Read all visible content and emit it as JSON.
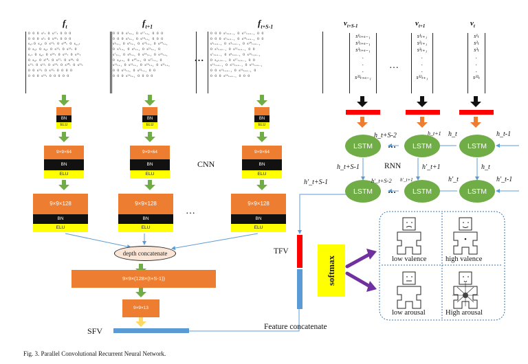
{
  "frames": [
    {
      "title": "f_t",
      "base": "f",
      "sub": "t",
      "matrix_rows": [
        "0  0  0  s¹ₜ  0  s¹⁷ₜ  0  0  0",
        "0  0  0  s²ₜ  0  s¹⁸ₜ  0  0  0",
        "s₃ₜ 0  s₄ₜ  0  s¹⁹ₜ  0  s²⁰ₜ  0  s₂₁ₜ",
        "0  s₅ₜ  0  s₆ₜ  0  s²²ₜ  0  s²³ₜ  0",
        "s₇ₜ  0  s₈ₜ  0  s²⁴ₜ  0  s²⁵ₜ  0  s²⁶ₜ",
        "0  s₉ₜ  0  s¹⁰ₜ  0  s²⁷ₜ  0  s²⁸ₜ  0",
        "s¹¹ₜ  0  s¹²ₜ  0  s²⁹ₜ  0  s³⁰ₜ  0  s³¹ₜ",
        "0  0  s¹³ₜ  0  s³²ₜ  0  0  0  0",
        "0  0  0  s¹⁴ₜ  0  0  0  0  0"
      ]
    },
    {
      "title": "f_t+1",
      "base": "f",
      "sub": "t+1",
      "matrix_rows": [
        "0  0  0  s¹ₜ₊₁  0  s¹⁷ₜ₊₁  0  0  0",
        "0  0  0  s²ₜ₊₁  0  s¹⁸ₜ₊₁  0  0  0",
        "s³ₜ₊₁  0  s⁴ₜ₊₁  0  s¹⁹ₜ₊₁  0  s²⁰ₜ₊₁",
        "0  s⁵ₜ₊₁  0  s⁶ₜ₊₁  0  s²²ₜ₊₁  0",
        "s⁷ₜ₊₁  0  s⁸ₜ₊₁  0  s²⁴ₜ₊₁  0  s²⁶ₜ₊₁",
        "0  s₉ₜ₊₁  0  s¹⁰ₜ₊₁  0  s²⁷ₜ₊₁  0",
        "s¹¹ₜ₊₁  0  s¹²ₜ₊₁  0  s²⁹ₜ₊₁  0  s³¹ₜ₊₁",
        "0  0  s¹³ₜ₊₁  0  s³²ₜ₊₁  0  0",
        "0  0  0  s¹⁴ₜ₊₁  0  0  0  0"
      ]
    },
    {
      "title": "f_t+S-1",
      "base": "f",
      "sub": "t+S-1",
      "matrix_rows": [
        "0  0  0  s¹ₜ₊ₛ₋₁  0  s¹⁷ₜ₊ₛ₋₁  0  0",
        "0  0  0  s²ₜ₊ₛ₋₁  0  s¹⁸ₜ₊ₛ₋₁  0  0",
        "s³ₜ₊ₛ₋₁  0  s⁴ₜ₊ₛ₋₁  0  s²⁰ₜ₊ₛ₋₁",
        "0  s⁵ₜ₊ₛ₋₁  0  s²²ₜ₊ₛ₋₁  0  0",
        "s⁷ₜ₊ₛ₋₁  0  s⁸ₜ₊ₛ₋₁  0  s²⁶ₜ₊ₛ₋₁",
        "0  s₉ₜ₊ₛ₋₁  0  s²⁷ₜ₊ₛ₋₁  0  0",
        "s¹¹ₜ₊ₛ₋₁  0  s¹²ₜ₊ₛ₋₁  0  s³¹ₜ₊ₛ₋₁",
        "0  0  s¹³ₜ₊ₛ₋₁  0  s³²ₜ₊ₛ₋₁  0",
        "0  0  0  s¹⁴ₜ₊ₛ₋₁  0  0  0"
      ]
    }
  ],
  "matrix_ellipsis": "…",
  "vectors": [
    {
      "base": "v",
      "sub": "t+S-1",
      "entries": [
        "s¹ₜ₊ₛ₋₁",
        "s²ₜ₊ₛ₋₁",
        "s³ₜ₊ₛ₋₁",
        ".",
        ".",
        ".",
        "s³²ₜ₊ₛ₋₁"
      ]
    },
    {
      "base": "v",
      "sub": "t+1",
      "entries": [
        "s¹ₜ₊₁",
        "s²ₜ₊₁",
        "s³ₜ₊₁",
        ".",
        ".",
        ".",
        "s³²ₜ₊₁"
      ]
    },
    {
      "base": "v",
      "sub": "t",
      "entries": [
        "s¹ₜ",
        "s²ₜ",
        "s³ₜ",
        ".",
        ".",
        ".",
        "s³²ₜ"
      ]
    }
  ],
  "vector_ellipsis": "…",
  "cnn": {
    "bn": "BN",
    "elu": "ELU",
    "layer1": "9×9×64",
    "layer2": "9×9×128",
    "concat": "depth concatenate",
    "merged": "9×9×(128×(t+S-1))",
    "reduced": "9×9×13",
    "label": "CNN",
    "ellipsis": "…"
  },
  "rnn": {
    "lstm": "LSTM",
    "label": "RNN",
    "ellipsis": "…",
    "top_h": [
      "h_t+S-2",
      "h_t+1",
      "h_t",
      "h_t-1"
    ],
    "mid_h": [
      "h_t+S-1",
      "h'_t+1",
      "h_t"
    ],
    "bot_h": [
      "h'_t+S-1",
      "h'_t+S-2",
      "h'_t+1",
      "h'_t",
      "h'_t-1"
    ]
  },
  "labels": {
    "tfv": "TFV",
    "sfv": "SFV",
    "feature_concat": "Feature concatenate",
    "softmax": "softmax"
  },
  "emotions": [
    "low valence",
    "high valence",
    "low arousal",
    "High arousal"
  ],
  "caption": "Fig. 3.   Parallel Convolutional Recurrent Neural Network.",
  "colors": {
    "orange": "#ed7d31",
    "black": "#111111",
    "yellow": "#ffff00",
    "green": "#70ad47",
    "red": "#ff0000",
    "blue": "#5b9bd5",
    "purple": "#7030a0",
    "arrow_green": "#70ad47",
    "arrow_orange": "#ed7d31",
    "concat_fill": "#fbe5d6"
  }
}
